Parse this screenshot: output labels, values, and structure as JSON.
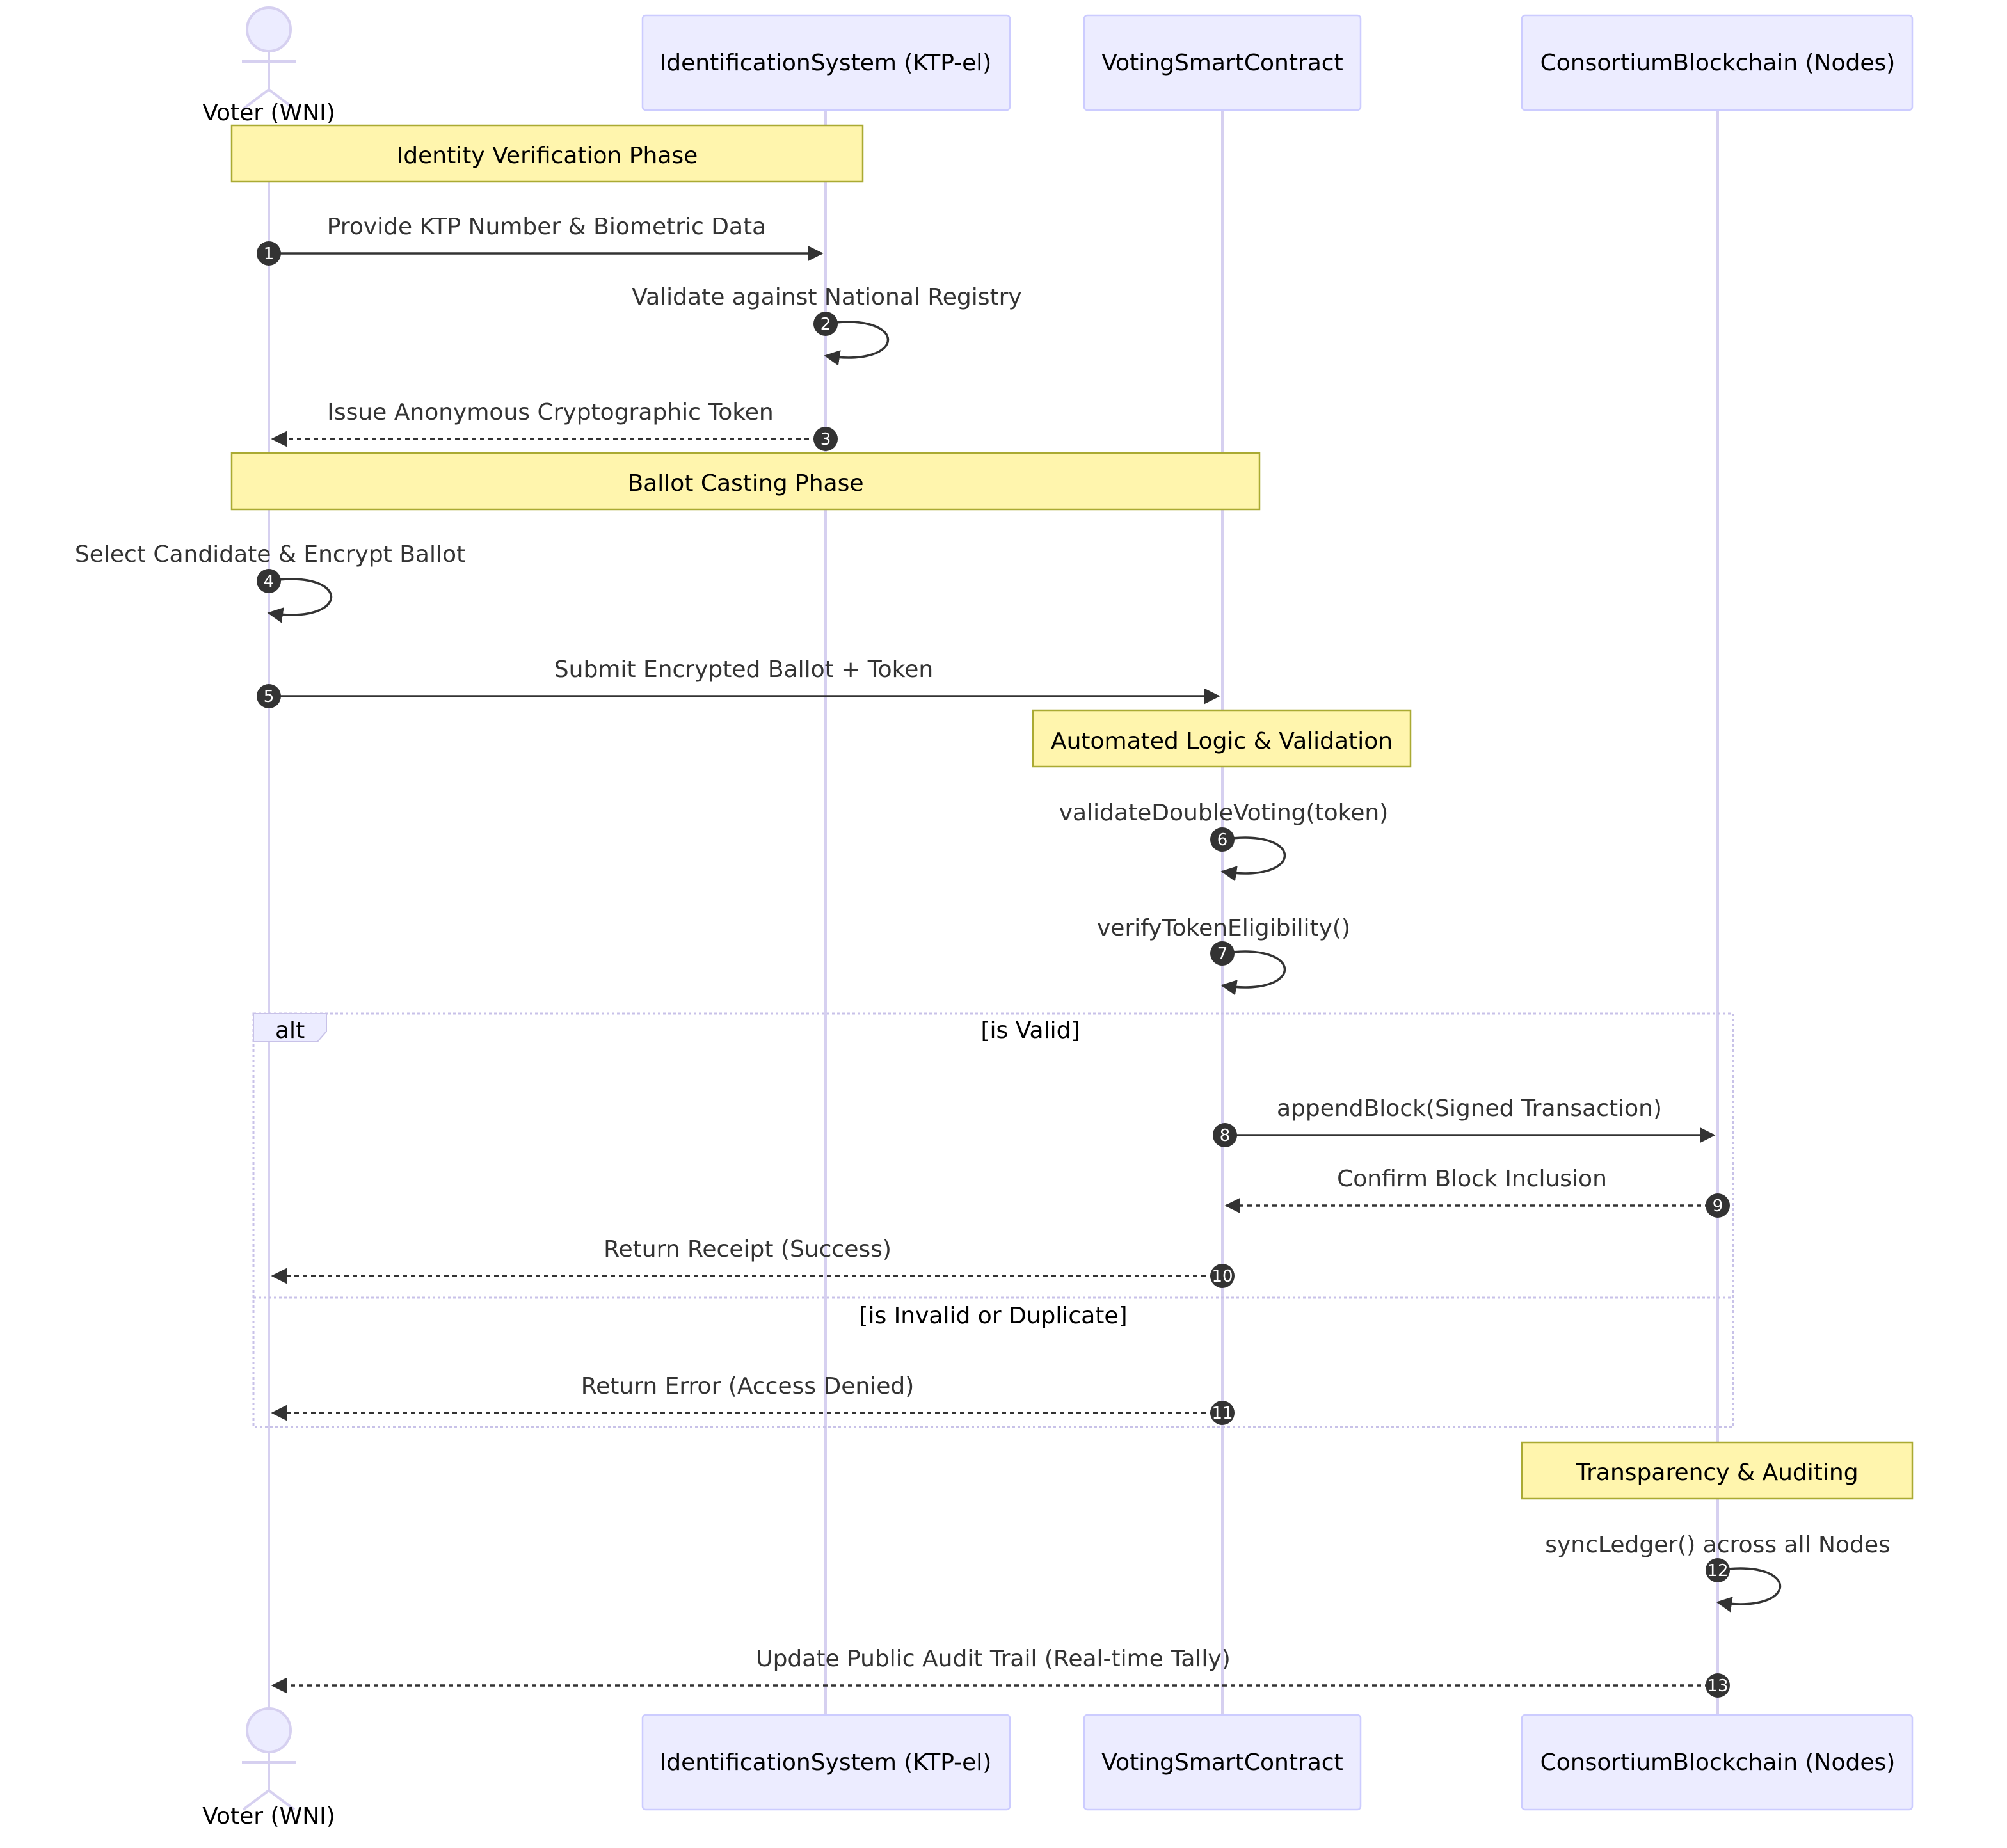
{
  "participants": [
    {
      "id": "voter",
      "label": "Voter (WNI)",
      "kind": "actor"
    },
    {
      "id": "ids",
      "label": "IdentificationSystem (KTP-el)",
      "kind": "box"
    },
    {
      "id": "vsc",
      "label": "VotingSmartContract",
      "kind": "box"
    },
    {
      "id": "cbc",
      "label": "ConsortiumBlockchain (Nodes)",
      "kind": "box"
    }
  ],
  "notes": [
    {
      "text": "Identity Verification Phase"
    },
    {
      "text": "Ballot Casting Phase"
    },
    {
      "text": "Automated Logic & Validation"
    },
    {
      "text": "Transparency & Auditing"
    }
  ],
  "messages": [
    {
      "num": "1",
      "text": "Provide KTP Number & Biometric Data",
      "from": "voter",
      "to": "ids",
      "style": "solid"
    },
    {
      "num": "2",
      "text": "Validate against National Registry",
      "from": "ids",
      "to": "ids",
      "style": "solid"
    },
    {
      "num": "3",
      "text": "Issue Anonymous Cryptographic Token",
      "from": "ids",
      "to": "voter",
      "style": "dashed"
    },
    {
      "num": "4",
      "text": "Select Candidate & Encrypt Ballot",
      "from": "voter",
      "to": "voter",
      "style": "solid"
    },
    {
      "num": "5",
      "text": "Submit Encrypted Ballot + Token",
      "from": "voter",
      "to": "vsc",
      "style": "solid"
    },
    {
      "num": "6",
      "text": "validateDoubleVoting(token)",
      "from": "vsc",
      "to": "vsc",
      "style": "solid"
    },
    {
      "num": "7",
      "text": "verifyTokenEligibility()",
      "from": "vsc",
      "to": "vsc",
      "style": "solid"
    },
    {
      "num": "8",
      "text": "appendBlock(Signed Transaction)",
      "from": "vsc",
      "to": "cbc",
      "style": "solid"
    },
    {
      "num": "9",
      "text": "Confirm Block Inclusion",
      "from": "cbc",
      "to": "vsc",
      "style": "dashed"
    },
    {
      "num": "10",
      "text": "Return Receipt (Success)",
      "from": "vsc",
      "to": "voter",
      "style": "dashed"
    },
    {
      "num": "11",
      "text": "Return Error (Access Denied)",
      "from": "vsc",
      "to": "voter",
      "style": "dashed"
    },
    {
      "num": "12",
      "text": "syncLedger() across all Nodes",
      "from": "cbc",
      "to": "cbc",
      "style": "solid"
    },
    {
      "num": "13",
      "text": "Update Public Audit Trail (Real-time Tally)",
      "from": "cbc",
      "to": "voter",
      "style": "dashed"
    }
  ],
  "alt_frame": {
    "label": "alt",
    "guards": [
      "[is Valid]",
      "[is Invalid or Duplicate]"
    ]
  }
}
